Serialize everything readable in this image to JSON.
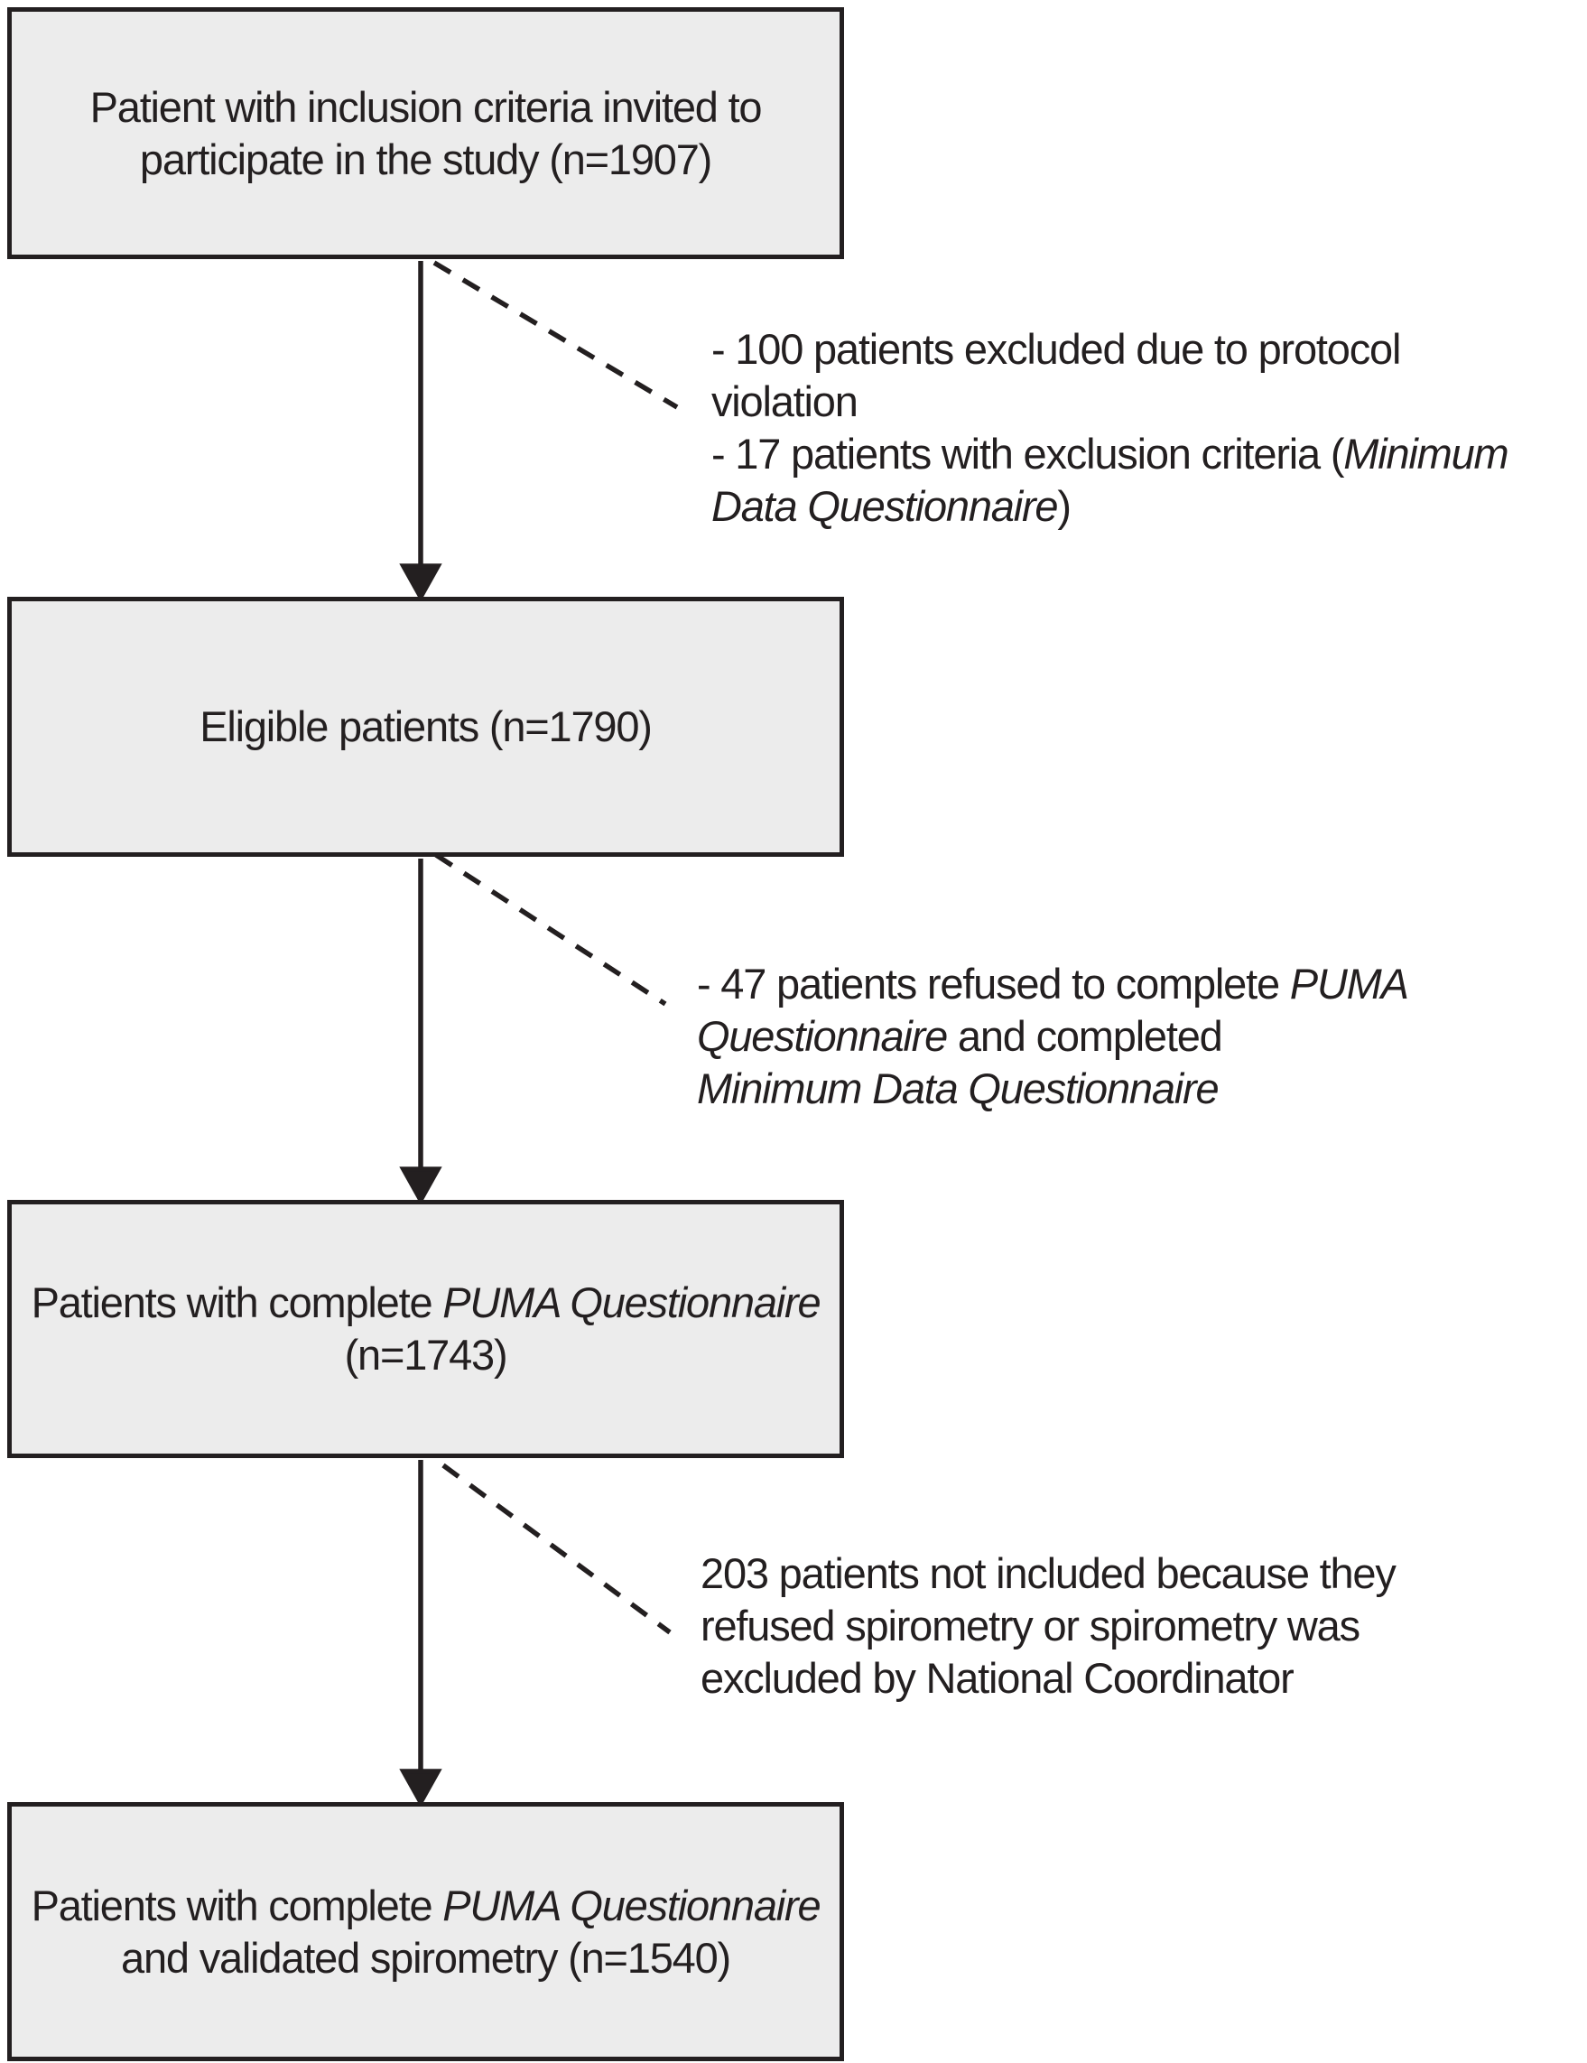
{
  "figure": {
    "type": "patient-flow-diagram",
    "background_color": "#ffffff",
    "box_fill_color": "#ececec",
    "line_color": "#231f20",
    "text_color": "#231f20"
  },
  "boxes": [
    {
      "id": "invited",
      "lines": [
        {
          "segs": [
            {
              "t": "Patient with inclusion criteria invited to",
              "italic": false
            }
          ]
        },
        {
          "segs": [
            {
              "t": "participate in the study (n=1907)",
              "italic": false
            }
          ]
        }
      ],
      "n": 1907
    },
    {
      "id": "eligible",
      "lines": [
        {
          "segs": [
            {
              "t": "Eligible patients (n=1790)",
              "italic": false
            }
          ]
        }
      ],
      "n": 1790
    },
    {
      "id": "complete-puma",
      "lines": [
        {
          "segs": [
            {
              "t": "Patients with complete ",
              "italic": false
            },
            {
              "t": "PUMA Questionnaire",
              "italic": true
            }
          ]
        },
        {
          "segs": [
            {
              "t": "(n=1743)",
              "italic": false
            }
          ]
        }
      ],
      "n": 1743
    },
    {
      "id": "complete-puma-spirometry",
      "lines": [
        {
          "segs": [
            {
              "t": "Patients with complete ",
              "italic": false
            },
            {
              "t": "PUMA Questionnaire",
              "italic": true
            }
          ]
        },
        {
          "segs": [
            {
              "t": "and validated spirometry (n=1540)",
              "italic": false
            }
          ]
        }
      ],
      "n": 1540
    }
  ],
  "annotations": [
    {
      "id": "excluded-protocol",
      "lines": [
        {
          "segs": [
            {
              "t": "- 100 patients excluded due to protocol",
              "italic": false
            }
          ]
        },
        {
          "segs": [
            {
              "t": "violation",
              "italic": false
            }
          ]
        },
        {
          "segs": [
            {
              "t": "- 17 patients with exclusion criteria (",
              "italic": false
            },
            {
              "t": "Minimum",
              "italic": true
            }
          ]
        },
        {
          "segs": [
            {
              "t": "Data Questionnaire",
              "italic": true
            },
            {
              "t": ")",
              "italic": false
            }
          ]
        }
      ]
    },
    {
      "id": "refused-puma",
      "lines": [
        {
          "segs": [
            {
              "t": "- 47 patients refused to complete ",
              "italic": false
            },
            {
              "t": "PUMA",
              "italic": true
            }
          ]
        },
        {
          "segs": [
            {
              "t": "Questionnaire",
              "italic": true
            },
            {
              "t": " and completed",
              "italic": false
            }
          ]
        },
        {
          "segs": [
            {
              "t": "Minimum Data Questionnaire",
              "italic": true
            }
          ]
        }
      ]
    },
    {
      "id": "not-included-spirometry",
      "lines": [
        {
          "segs": [
            {
              "t": "203 patients not included because they",
              "italic": false
            }
          ]
        },
        {
          "segs": [
            {
              "t": "refused spirometry or spirometry was",
              "italic": false
            }
          ]
        },
        {
          "segs": [
            {
              "t": "excluded by National Coordinator",
              "italic": false
            }
          ]
        }
      ]
    }
  ]
}
